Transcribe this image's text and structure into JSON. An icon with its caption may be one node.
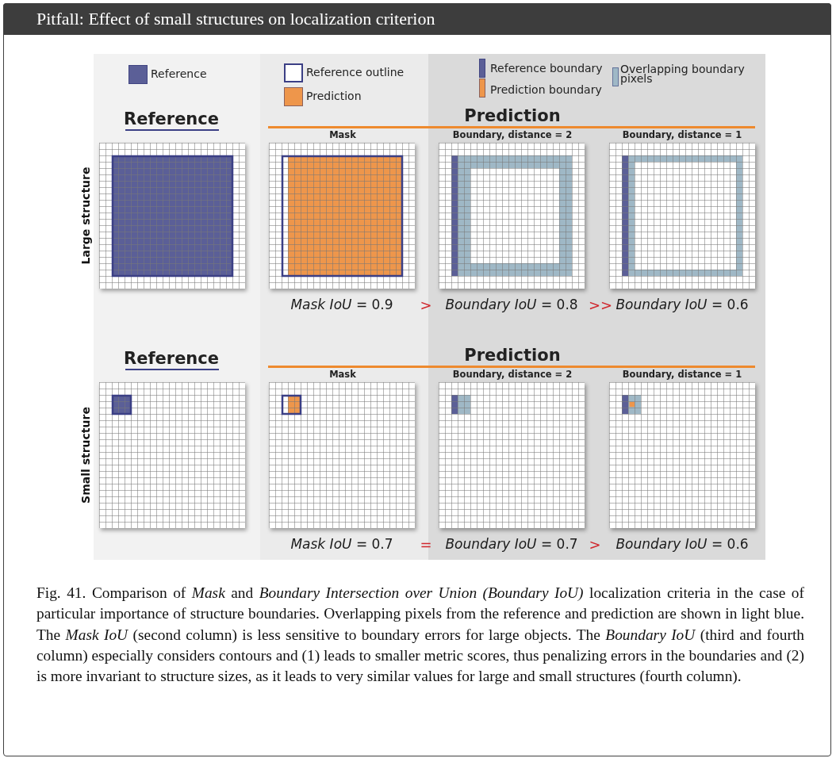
{
  "diagram": {
    "title": "Pitfall: Effect of small structures on localization criterion",
    "caption": "Fig. 41. Comparison of *Mask* and *Boundary Intersection over Union (Boundary IoU)* localization criteria in the case of particular importance of structure boundaries. Overlapping pixels from the reference and prediction are shown in light blue. The *Mask IoU* (second column) is less sensitive to boundary errors for large objects. The *Boundary IoU* (third and fourth column) especially considers contours and (1) leads to smaller metric scores, thus penalizing errors in the boundaries and (2) is more invariant to structure sizes, as it leads to very similar values for large and small structures (fourth column).",
    "labels": [
      "Reference",
      "Prediction",
      "Mask",
      "Boundary, distance = 2",
      "Boundary, distance = 1",
      "Large structure",
      "*Mask IoU* = 0.9",
      ">",
      "*Boundary IoU* = 0.8",
      ">>",
      "*Boundary IoU* = 0.6",
      "Reference",
      "Prediction",
      "Mask",
      "Boundary, distance = 2",
      "Boundary, distance = 1",
      "Small structure",
      "*Mask IoU* = 0.7",
      "=",
      "*Boundary IoU* = 0.7",
      ">",
      "*Boundary IoU* = 0.6"
    ],
    "legend": [
      {
        "text": "Reference",
        "color": "#5b5f97"
      },
      {
        "text": "Reference outline"
      },
      {
        "text": "Prediction",
        "color": "#ee964b"
      },
      {
        "text": "Reference boundary",
        "color": "#5b5f97"
      },
      {
        "text": "Prediction boundary",
        "color": "#ee964b"
      },
      {
        "text": "Overlapping boundary pixels",
        "color": "#9fb8c6"
      }
    ]
  }
}
